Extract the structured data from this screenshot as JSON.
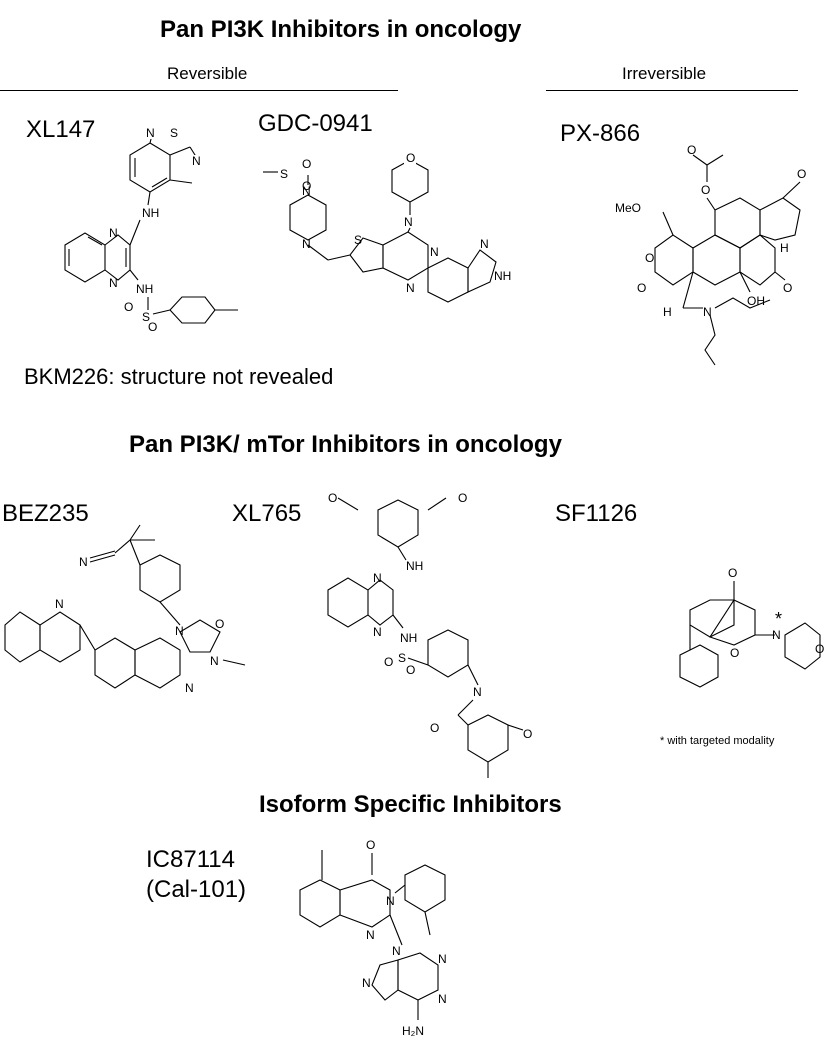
{
  "sections": {
    "pan_pi3k": {
      "title": "Pan PI3K Inhibitors in oncology",
      "reversible_label": "Reversible",
      "irreversible_label": "Irreversible",
      "compounds": [
        "XL147",
        "GDC-0941",
        "PX-866"
      ],
      "note": "BKM226: structure not revealed"
    },
    "pan_pi3k_mtor": {
      "title": "Pan PI3K/ mTor Inhibitors in oncology",
      "compounds": [
        "BEZ235",
        "XL765",
        "SF1126"
      ],
      "footnote": "* with targeted modality"
    },
    "isoform": {
      "title": "Isoform Specific Inhibitors",
      "compound": "IC87114",
      "compound_alias": "(Cal-101)"
    }
  },
  "atoms": {
    "N": "N",
    "S": "S",
    "O": "O",
    "NH": "NH",
    "H": "H",
    "OH": "OH",
    "MeO": "MeO",
    "H2N": "H₂N",
    "star": "*"
  }
}
